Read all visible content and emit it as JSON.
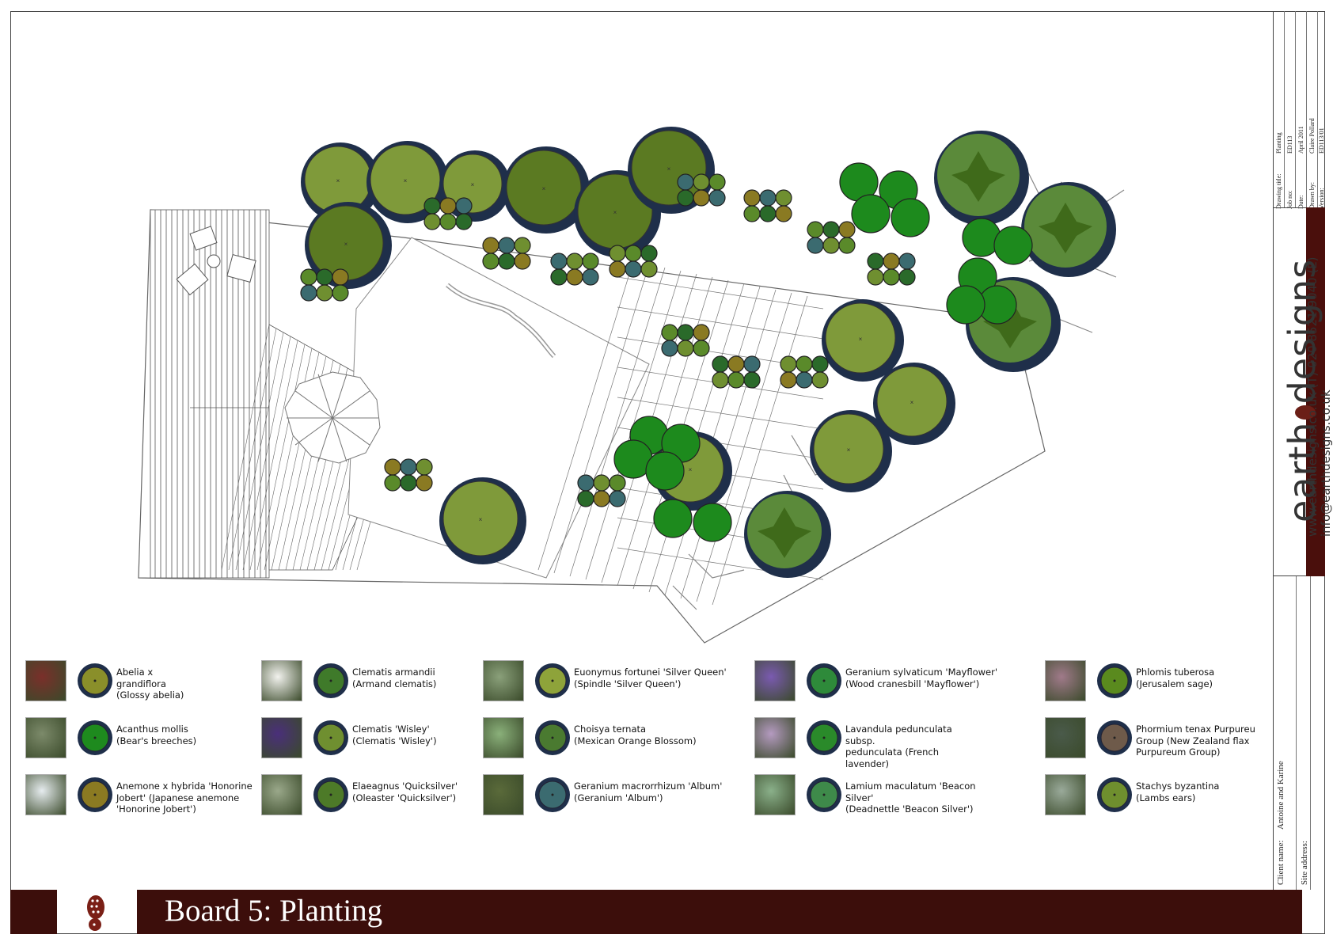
{
  "board_title": "Board 5: Planting",
  "brand": {
    "name_left": "earth",
    "name_right": "designs",
    "website": "www.earthdesigns.co.uk",
    "phone": "(T) 020 8521 9040 (E)",
    "email": "info@earthdesigns.co.uk"
  },
  "title_block": {
    "drawing_title_label": "Drawing title:",
    "drawing_title": "Planting",
    "job_no_label": "Job no:",
    "job_no": "ED113",
    "date_label": "Date:",
    "date": "April 2011",
    "drawn_by_label": "Drawn by:",
    "drawn_by": "Claire Pollard",
    "version_label": "Version:",
    "version": "ED113/01"
  },
  "client": {
    "client_name_label": "Client name:",
    "client_name": "Antoine and Karine",
    "site_address_label": "Site address:"
  },
  "legend": [
    {
      "name": "Abelia x\ngrandiflora\n(Glossy abelia)",
      "symbol": "abelia-symbol",
      "photo": "abelia-photo",
      "color": "#8a8f2a"
    },
    {
      "name": "Acanthus mollis\n(Bear's breeches)",
      "symbol": "acanthus-symbol",
      "photo": "acanthus-photo",
      "color": "#1e8a1e"
    },
    {
      "name": "Anemone x hybrida 'Honorine\nJobert' (Japanese anemone\n'Honorine Jobert')",
      "symbol": "anemone-symbol",
      "photo": "anemone-photo",
      "color": "#8b7a22"
    },
    {
      "name": "Clematis armandii\n(Armand clematis)",
      "symbol": "clematis-armandii-symbol",
      "photo": "clematis-armandii-photo",
      "color": "#3f7a2a"
    },
    {
      "name": "Clematis 'Wisley'\n(Clematis 'Wisley')",
      "symbol": "clematis-wisley-symbol",
      "photo": "clematis-wisley-photo",
      "color": "#6f8f30"
    },
    {
      "name": "Elaeagnus 'Quicksilver'\n(Oleaster 'Quicksilver')",
      "symbol": "elaeagnus-symbol",
      "photo": "elaeagnus-photo",
      "color": "#4d7a28"
    },
    {
      "name": "Euonymus fortunei 'Silver Queen'\n(Spindle 'Silver Queen')",
      "symbol": "euonymus-symbol",
      "photo": "euonymus-photo",
      "color": "#8ea33a"
    },
    {
      "name": "Choisya ternata\n(Mexican Orange Blossom)",
      "symbol": "choisya-symbol",
      "photo": "choisya-photo",
      "color": "#4a7a30"
    },
    {
      "name": "Geranium macrorrhizum 'Album'\n(Geranium 'Album')",
      "symbol": "geranium-macrorrhizum-symbol",
      "photo": "geranium-macrorrhizum-photo",
      "color": "#3b6b70"
    },
    {
      "name": "Geranium sylvaticum 'Mayflower'\n(Wood cranesbill 'Mayflower')",
      "symbol": "geranium-sylvaticum-symbol",
      "photo": "geranium-sylvaticum-photo",
      "color": "#2e8a3a"
    },
    {
      "name": "Lavandula pedunculata\nsubsp.\npedunculata (French\nlavender)",
      "symbol": "lavandula-symbol",
      "photo": "lavandula-photo",
      "color": "#2a8a2a"
    },
    {
      "name": "Lamium maculatum 'Beacon\nSilver'\n(Deadnettle 'Beacon Silver')",
      "symbol": "lamium-symbol",
      "photo": "lamium-photo",
      "color": "#3e8a4a"
    },
    {
      "name": "Phlomis tuberosa\n(Jerusalem sage)",
      "symbol": "phlomis-symbol",
      "photo": "phlomis-photo",
      "color": "#5a8a1e"
    },
    {
      "name": "Phormium tenax Purpureu\nGroup (New Zealand flax\nPurpureum Group)",
      "symbol": "phormium-symbol",
      "photo": "phormium-photo",
      "color": "#6e5a4a"
    },
    {
      "name": "Stachys byzantina\n(Lambs ears)",
      "symbol": "stachys-symbol",
      "photo": "stachys-photo",
      "color": "#6f8f2e"
    }
  ]
}
